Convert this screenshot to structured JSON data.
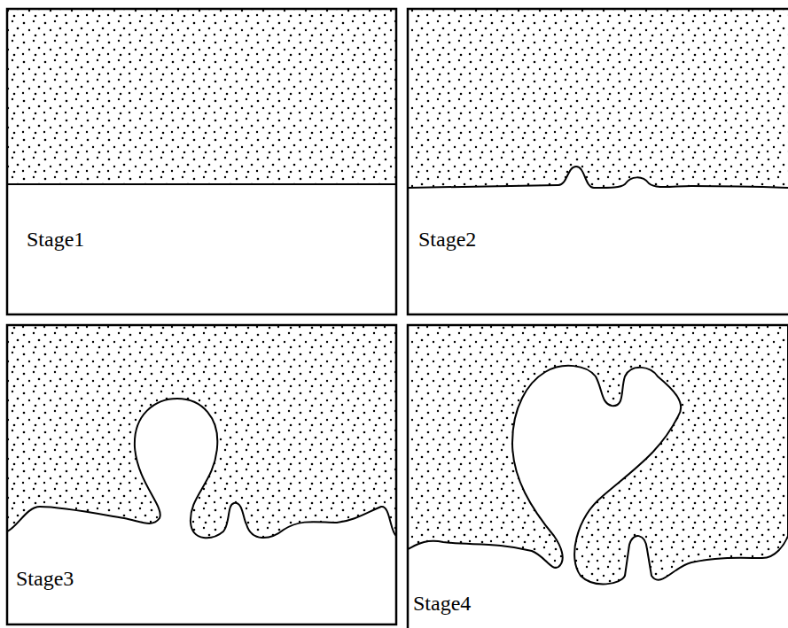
{
  "diagram": {
    "labels": [
      "Stage1",
      "Stage2",
      "Stage3",
      "Stage4"
    ]
  }
}
